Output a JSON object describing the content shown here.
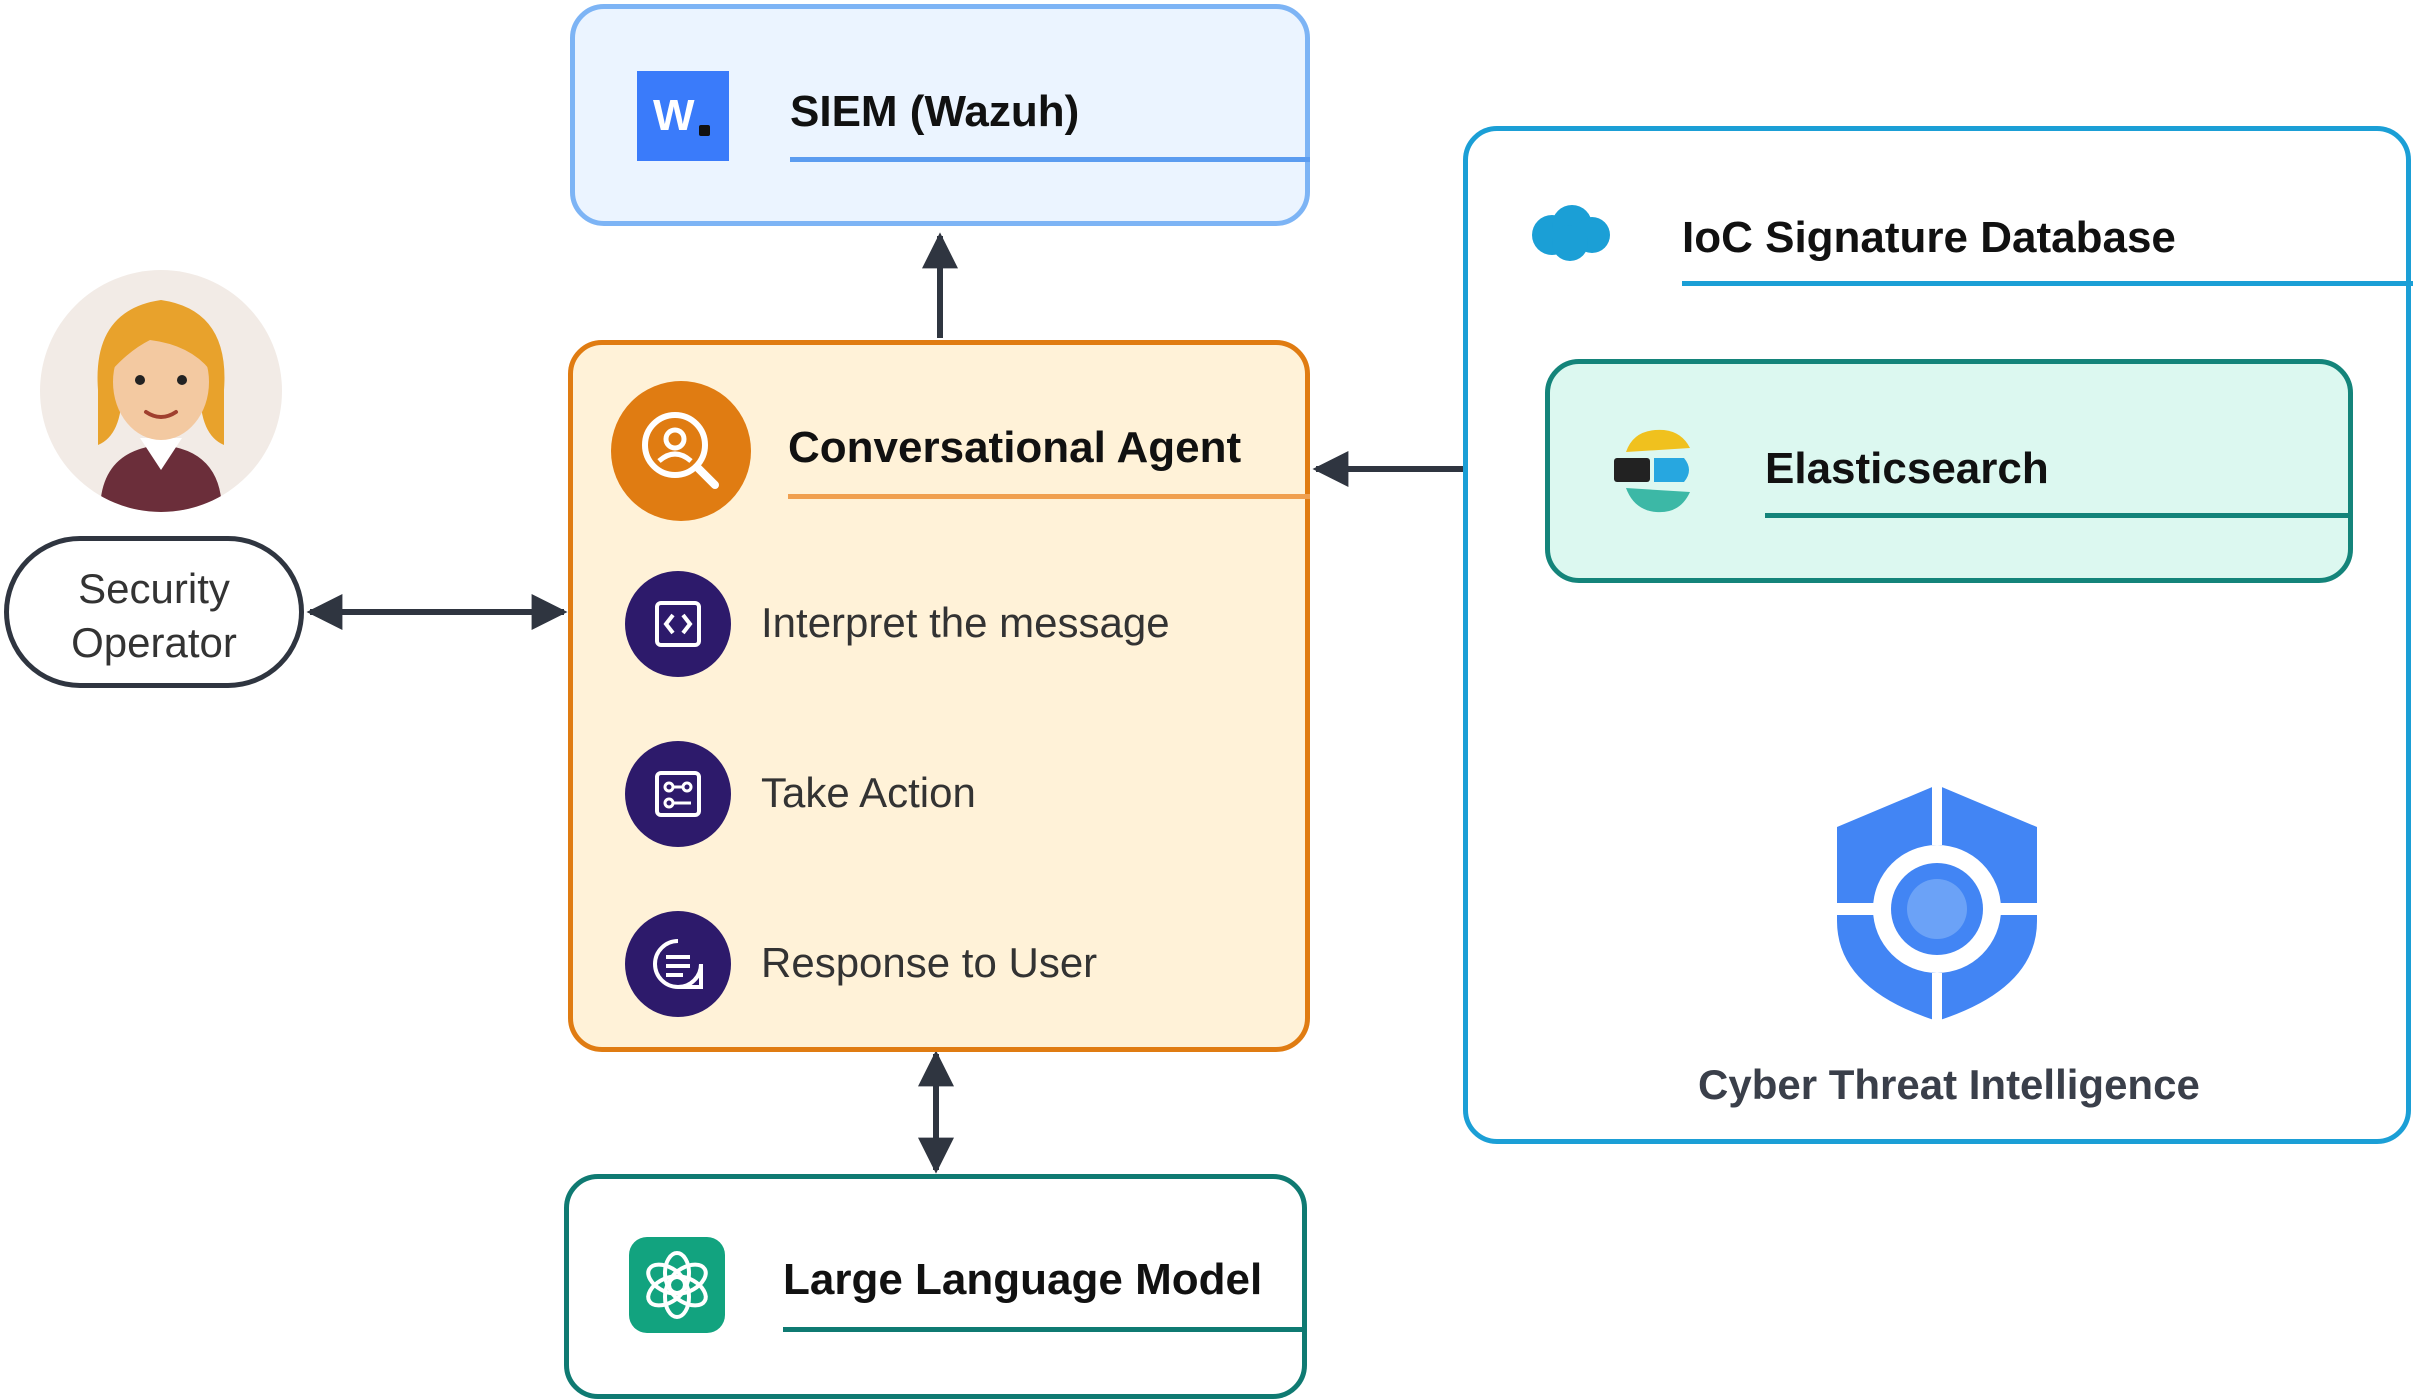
{
  "siem": {
    "title": "SIEM (Wazuh)",
    "logo_letter": "W",
    "logo_color": "#3a7bfa"
  },
  "operator": {
    "label_line1": "Security",
    "label_line2": "Operator"
  },
  "agent": {
    "title": "Conversational Agent",
    "steps": [
      {
        "label": "Interpret the message",
        "icon": "code-brackets-icon"
      },
      {
        "label": "Take Action",
        "icon": "workflow-icon"
      },
      {
        "label": "Response to User",
        "icon": "chat-icon"
      }
    ],
    "accent": "#e07c12",
    "fill": "#fff2d8"
  },
  "ioc": {
    "title": "IoC Signature Database",
    "elasticsearch": {
      "title": "Elasticsearch"
    },
    "cti": {
      "label": "Cyber Threat Intelligence"
    },
    "accent": "#1b9fd6"
  },
  "llm": {
    "title": "Large Language Model",
    "accent": "#0f7a72",
    "logo_color": "#12a37f"
  }
}
